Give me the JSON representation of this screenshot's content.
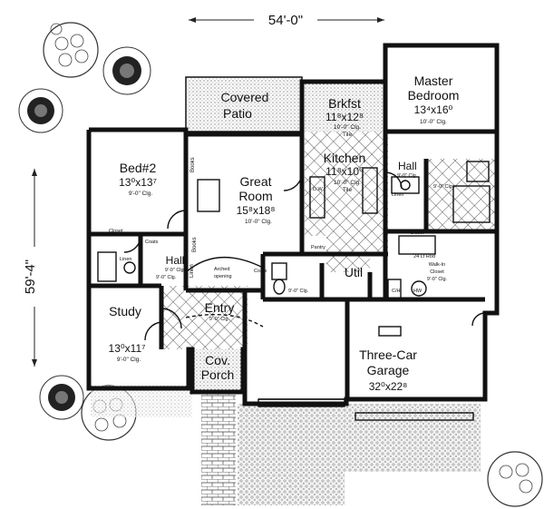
{
  "dimensions": {
    "width": "54'-0\"",
    "depth": "59'-4\""
  },
  "rooms": {
    "covered_patio": {
      "name1": "Covered",
      "name2": "Patio"
    },
    "brkfst": {
      "name": "Brkfst",
      "size": "11⁸x12⁸",
      "ceiling": "10'-0\" Clg.",
      "floor": "Tile"
    },
    "master_bedroom": {
      "name1": "Master",
      "name2": "Bedroom",
      "size": "13⁴x16⁰",
      "ceiling": "10'-0\" Clg."
    },
    "bed2": {
      "name": "Bed#2",
      "size": "13⁰x13⁷",
      "ceiling": "9'-0\" Clg."
    },
    "great_room": {
      "name1": "Great",
      "name2": "Room",
      "size": "15⁸x18⁸",
      "ceiling": "10'-0\" Clg."
    },
    "kitchen": {
      "name": "Kitchen",
      "size": "11⁸x10⁰",
      "ceiling": "10'-0\" Clg.",
      "floor": "Tile"
    },
    "hall_master": {
      "name": "Hall",
      "ceiling": "9'-0\" Clg."
    },
    "hall": {
      "name": "Hall",
      "ceiling": "9'-0\" Clg."
    },
    "study": {
      "name": "Study",
      "size": "13⁰x11⁷",
      "ceiling": "9'-0\" Clg."
    },
    "entry": {
      "name": "Entry",
      "ceiling": "9'-0\" Clg."
    },
    "cov_porch": {
      "name1": "Cov.",
      "name2": "Porch"
    },
    "util": {
      "name": "Util"
    },
    "walkin_closet": {
      "name1": "Walk-In",
      "name2": "Closet",
      "ceiling": "9'-0\" Clg.",
      "note": "24 Lf Rod"
    },
    "garage": {
      "name1": "Three-Car",
      "name2": "Garage",
      "size": "32⁰x22⁸"
    }
  },
  "small_labels": {
    "closet_bed2": "Closet",
    "closet_master": "Closet",
    "coats_hall": "Coats",
    "coats_entry": "Coats",
    "linen_hall": "Linen",
    "linen_master": "Linen",
    "linen_entry": "Linen",
    "books_left": "Books",
    "books_right": "Books",
    "pantry": "Pantry",
    "dw": "D.W.",
    "arched1": "Arched",
    "arched2": "opening",
    "bath_clg": "9'-0\" Clg.",
    "bath_master_clg": "9'-0\" Clg.",
    "wc_clg": "9'-0\" Clg.",
    "ch": "C/H",
    "hw": "HW"
  }
}
